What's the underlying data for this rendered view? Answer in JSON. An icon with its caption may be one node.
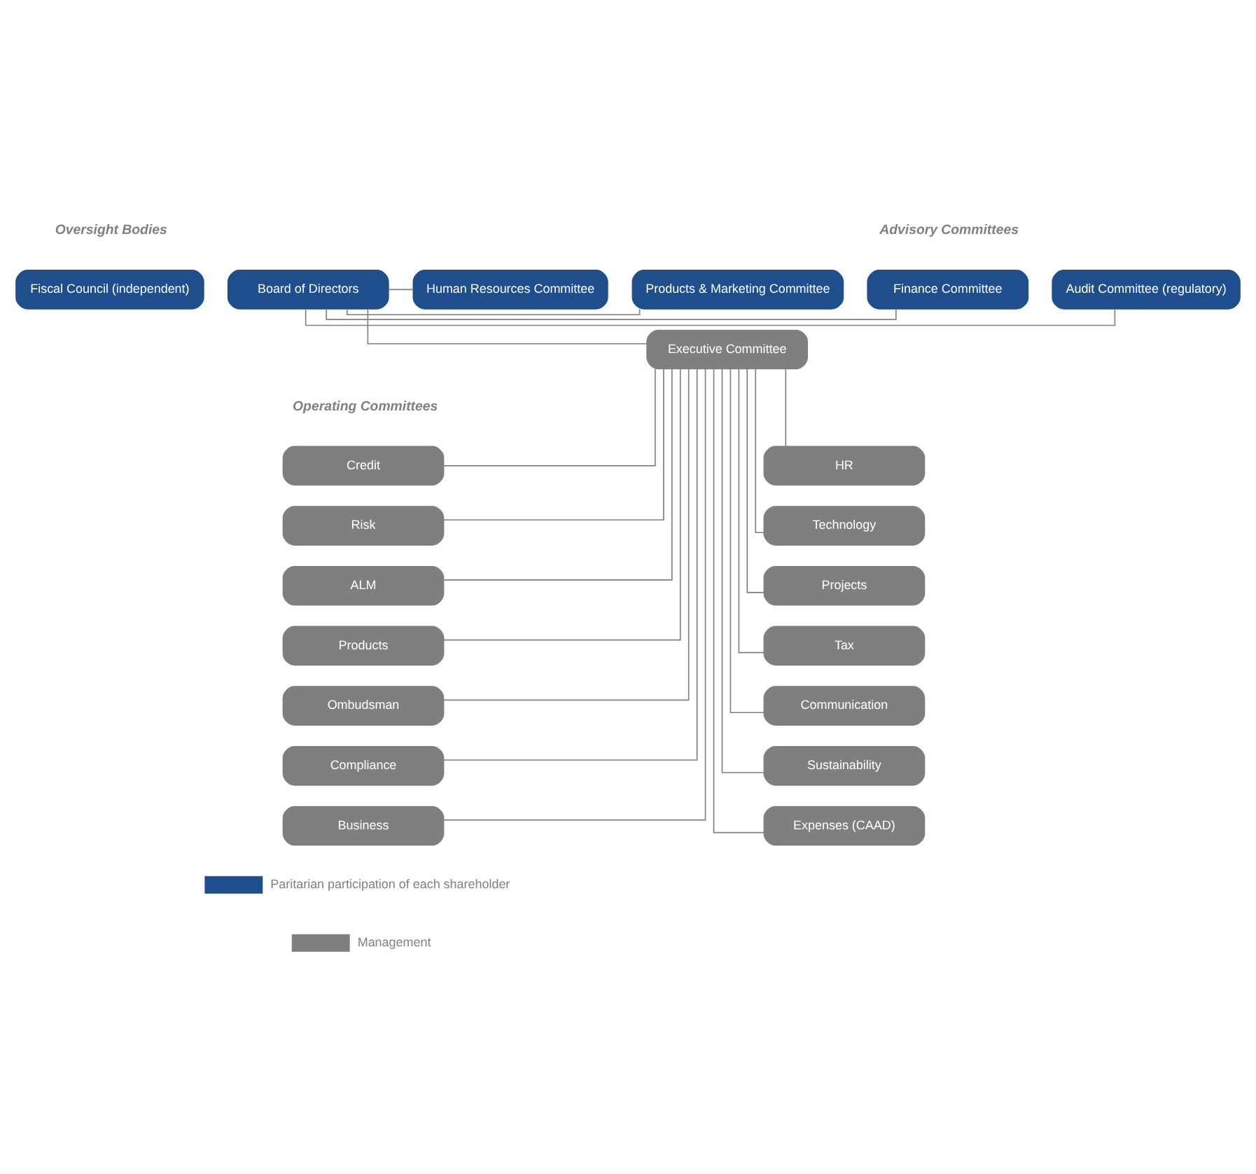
{
  "diagram": {
    "nodes": [
      {
        "text": [
          "Fiscal Council (independent)"
        ]
      },
      {
        "text": [
          "Audit Committee (regulatory)"
        ]
      },
      {
        "text": [
          "Board of Directors"
        ]
      },
      {
        "text": [
          "Finance Committee"
        ]
      },
      {
        "text": [
          "Products & Marketing Committee"
        ]
      },
      {
        "text": [
          "Human Resources Committee"
        ]
      },
      {
        "text": [
          "Executive Committee"
        ]
      },
      {
        "text": [
          "Credit"
        ]
      },
      {
        "text": [
          "Risk"
        ]
      },
      {
        "text": [
          "ALM"
        ]
      },
      {
        "text": [
          "Products"
        ]
      },
      {
        "text": [
          "Ombudsman"
        ]
      },
      {
        "text": [
          "Compliance"
        ]
      },
      {
        "text": [
          "Business"
        ]
      },
      {
        "text": [
          "HR"
        ]
      },
      {
        "text": [
          "Technology"
        ]
      },
      {
        "text": [
          "Projects"
        ]
      },
      {
        "text": [
          "Tax"
        ]
      },
      {
        "text": [
          "Communication"
        ]
      },
      {
        "text": [
          "Sustainability"
        ]
      },
      {
        "text": [
          "Expenses (CAAD)"
        ]
      }
    ],
    "edges": [
      {
        "from": 2,
        "to": 1,
        "arrow": "none"
      },
      {
        "from": 2,
        "to": 3,
        "arrow": "none"
      },
      {
        "from": 2,
        "to": 4,
        "arrow": "none"
      },
      {
        "from": 2,
        "to": 5,
        "arrow": "none"
      },
      {
        "from": 2,
        "to": 6,
        "arrow": "none"
      },
      {
        "from": 6,
        "to": 7,
        "arrow": "none"
      },
      {
        "from": 6,
        "to": 8,
        "arrow": "none"
      },
      {
        "from": 6,
        "to": 9,
        "arrow": "none"
      },
      {
        "from": 6,
        "to": 10,
        "arrow": "none"
      },
      {
        "from": 6,
        "to": 11,
        "arrow": "none"
      },
      {
        "from": 6,
        "to": 12,
        "arrow": "none"
      },
      {
        "from": 6,
        "to": 13,
        "arrow": "none"
      },
      {
        "from": 6,
        "to": 14,
        "arrow": "none"
      },
      {
        "from": 6,
        "to": 15,
        "arrow": "none"
      },
      {
        "from": 6,
        "to": 16,
        "arrow": "none"
      },
      {
        "from": 6,
        "to": 17,
        "arrow": "none"
      },
      {
        "from": 6,
        "to": 18,
        "arrow": "none"
      },
      {
        "from": 6,
        "to": 19,
        "arrow": "none"
      },
      {
        "from": 6,
        "to": 20,
        "arrow": "none"
      }
    ],
    "labels": [
      "Oversight Bodies",
      "Advisory Committees",
      "Operating Committees"
    ],
    "legend": [
      {
        "text": "Paritarian participation of each shareholder",
        "color": "#1f4e8c"
      },
      {
        "text": "Management",
        "color": "#7f7f7f"
      }
    ]
  }
}
